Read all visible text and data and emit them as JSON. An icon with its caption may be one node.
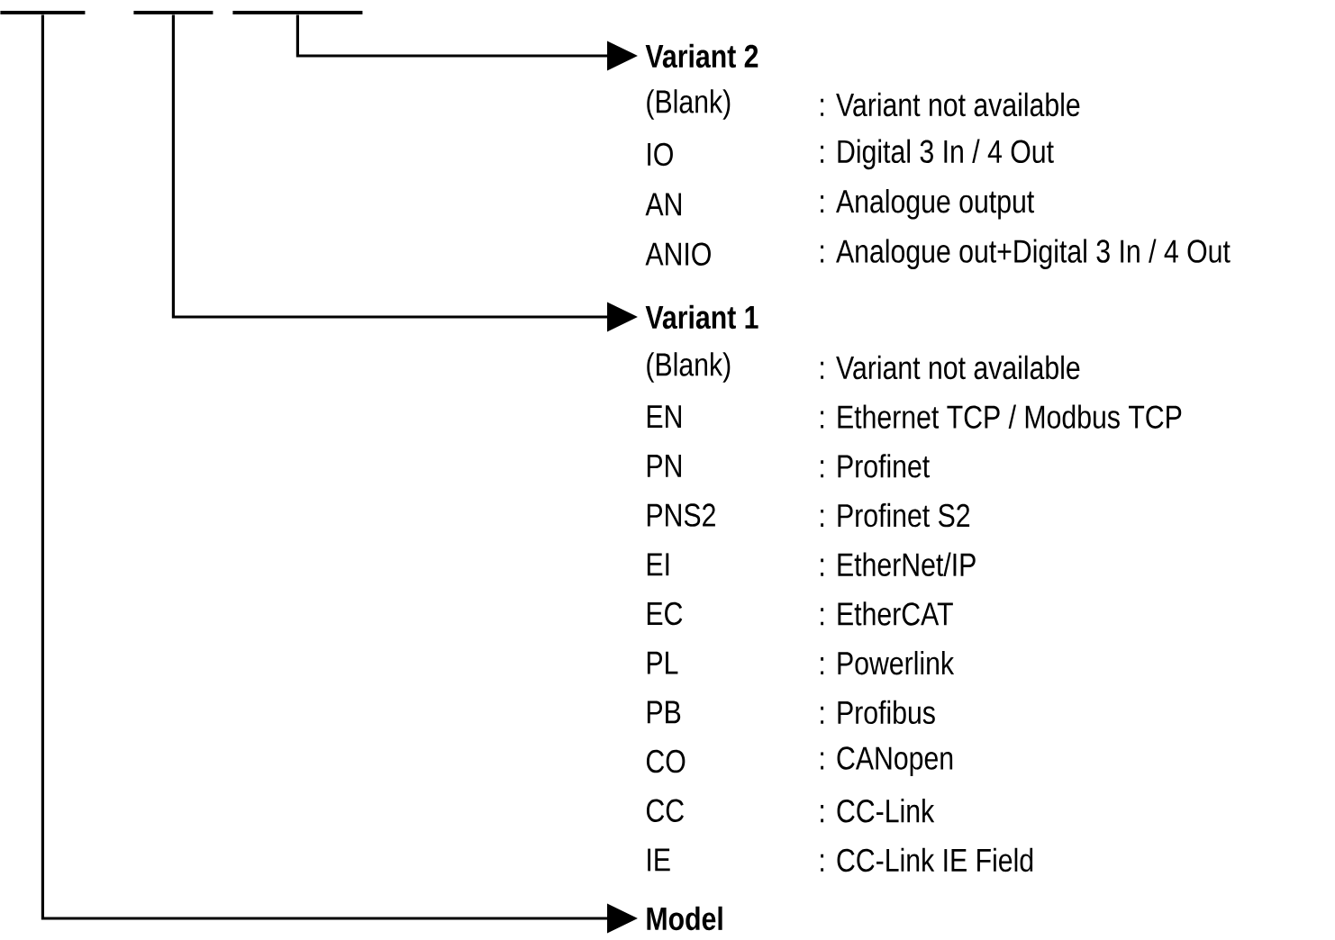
{
  "diagram": {
    "nodes": [
      {
        "text": [],
        "shape": "line"
      },
      {
        "text": [],
        "shape": "line"
      },
      {
        "text": [],
        "shape": "line"
      },
      {
        "text": [
          "Variant 2"
        ]
      },
      {
        "text": [
          "Variant 1"
        ]
      },
      {
        "text": [
          "Model"
        ]
      }
    ],
    "edges": [
      {
        "from": 2,
        "to": 3,
        "arrow": "to"
      },
      {
        "from": 1,
        "to": 4,
        "arrow": "to"
      },
      {
        "from": 0,
        "to": 5,
        "arrow": "to"
      }
    ],
    "labels": [
      "(Blank)",
      ": Variant not available",
      "IO",
      ": Digital 3 In / 4 Out",
      "AN",
      ": Analogue output",
      "ANIO",
      ": Analogue out+Digital 3 In / 4 Out",
      "(Blank)",
      ": Variant not available",
      "EN",
      ": Ethernet TCP / Modbus TCP",
      "PN",
      ": Profinet",
      "PNS2",
      ": Profinet S2",
      "EI",
      ": EtherNet/IP",
      "EC",
      ": EtherCAT",
      "PL",
      ": Powerlink",
      "PB",
      ": Profibus",
      "CO",
      ": CANopen",
      "CC",
      ": CC-Link",
      "IE",
      ": CC-Link IE Field"
    ]
  }
}
